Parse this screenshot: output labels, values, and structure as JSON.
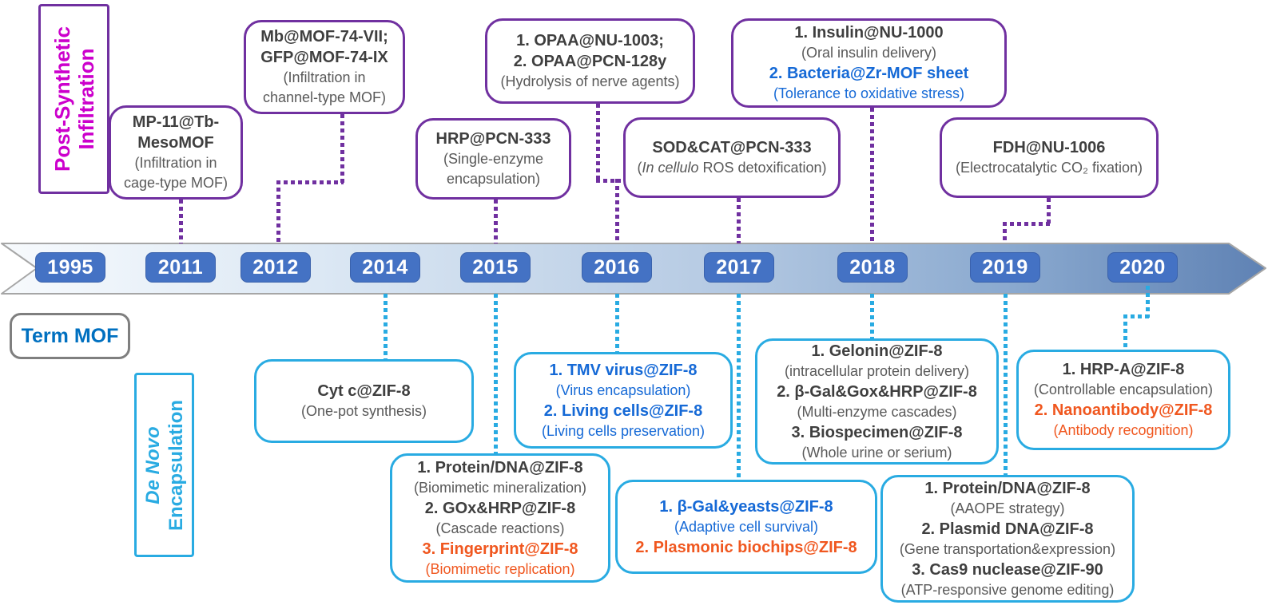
{
  "colors": {
    "purple_border": "#7030A0",
    "magenta_label": "#CC00CC",
    "cyan_border": "#29ABE2",
    "blue_text": "#1569D6",
    "orange_text": "#F0571F",
    "dark_text": "#3F3F3F",
    "gray_text": "#595959",
    "year_chip_blue": "#4472C4",
    "term_mof_blue": "#0070C0"
  },
  "labels": {
    "post_synthetic": {
      "line1": "Post-Synthetic",
      "line2": "Infiltration"
    },
    "de_novo": {
      "line1": "De Novo",
      "line2": "Encapsulation"
    },
    "term_mof": "Term MOF"
  },
  "timeline": {
    "years": [
      "1995",
      "2011",
      "2012",
      "2014",
      "2015",
      "2016",
      "2017",
      "2018",
      "2019",
      "2020"
    ]
  },
  "boxes": {
    "top_2011": {
      "t1": "MP-11@Tb-",
      "t2": "MesoMOF",
      "s1": "(Infiltration in",
      "s2": "cage-type MOF)"
    },
    "top_2012": {
      "t1": "Mb@MOF-74-VII;",
      "t2": "GFP@MOF-74-IX",
      "s1": "(Infiltration in",
      "s2": "channel-type MOF)"
    },
    "top_2015": {
      "t1": "HRP@PCN-333",
      "s1": "(Single-enzyme",
      "s2": "encapsulation)"
    },
    "top_2016": {
      "t1": "1. OPAA@NU-1003;",
      "t2": "2. OPAA@PCN-128y",
      "s1": "(Hydrolysis of nerve agents)"
    },
    "top_2017": {
      "t1": "SOD&CAT@PCN-333",
      "s_pre": "(",
      "s_italic": "In cellulo",
      "s_post": " ROS detoxification)"
    },
    "top_2018": {
      "l1": "1. Insulin@NU-1000",
      "l2": "(Oral insulin delivery)",
      "l3": "2. Bacteria@Zr-MOF sheet",
      "l4": "(Tolerance to oxidative stress)"
    },
    "top_2019": {
      "t1": "FDH@NU-1006",
      "s1": "(Electrocatalytic CO₂ fixation)"
    },
    "bottom_2014": {
      "t1": "Cyt c@ZIF-8",
      "s1": "(One-pot synthesis)"
    },
    "bottom_2015": {
      "l1": "1. Protein/DNA@ZIF-8",
      "l2": "(Biomimetic mineralization)",
      "l3": "2. GOx&HRP@ZIF-8",
      "l4": "(Cascade reactions)",
      "l5": "3. Fingerprint@ZIF-8",
      "l6": "(Biomimetic replication)"
    },
    "bottom_2016": {
      "l1": "1. TMV virus@ZIF-8",
      "l2": "(Virus encapsulation)",
      "l3": "2. Living cells@ZIF-8",
      "l4": "(Living cells preservation)"
    },
    "bottom_2017": {
      "l1": "1. β-Gal&yeasts@ZIF-8",
      "l2": "(Adaptive cell survival)",
      "l3": "2. Plasmonic biochips@ZIF-8"
    },
    "bottom_2018": {
      "l1": "1. Gelonin@ZIF-8",
      "l2": "(intracellular protein delivery)",
      "l3": "2. β-Gal&Gox&HRP@ZIF-8",
      "l4": "(Multi-enzyme cascades)",
      "l5": "3. Biospecimen@ZIF-8",
      "l6": "(Whole urine or serium)"
    },
    "bottom_2019": {
      "l1": "1. Protein/DNA@ZIF-8",
      "l2": "(AAOPE strategy)",
      "l3": "2. Plasmid DNA@ZIF-8",
      "l4": "(Gene transportation&expression)",
      "l5": "3. Cas9 nuclease@ZIF-90",
      "l6": "(ATP-responsive genome editing)"
    },
    "bottom_2020": {
      "l1": "1. HRP-A@ZIF-8",
      "l2": "(Controllable encapsulation)",
      "l3": "2. Nanoantibody@ZIF-8",
      "l4": "(Antibody recognition)"
    }
  }
}
